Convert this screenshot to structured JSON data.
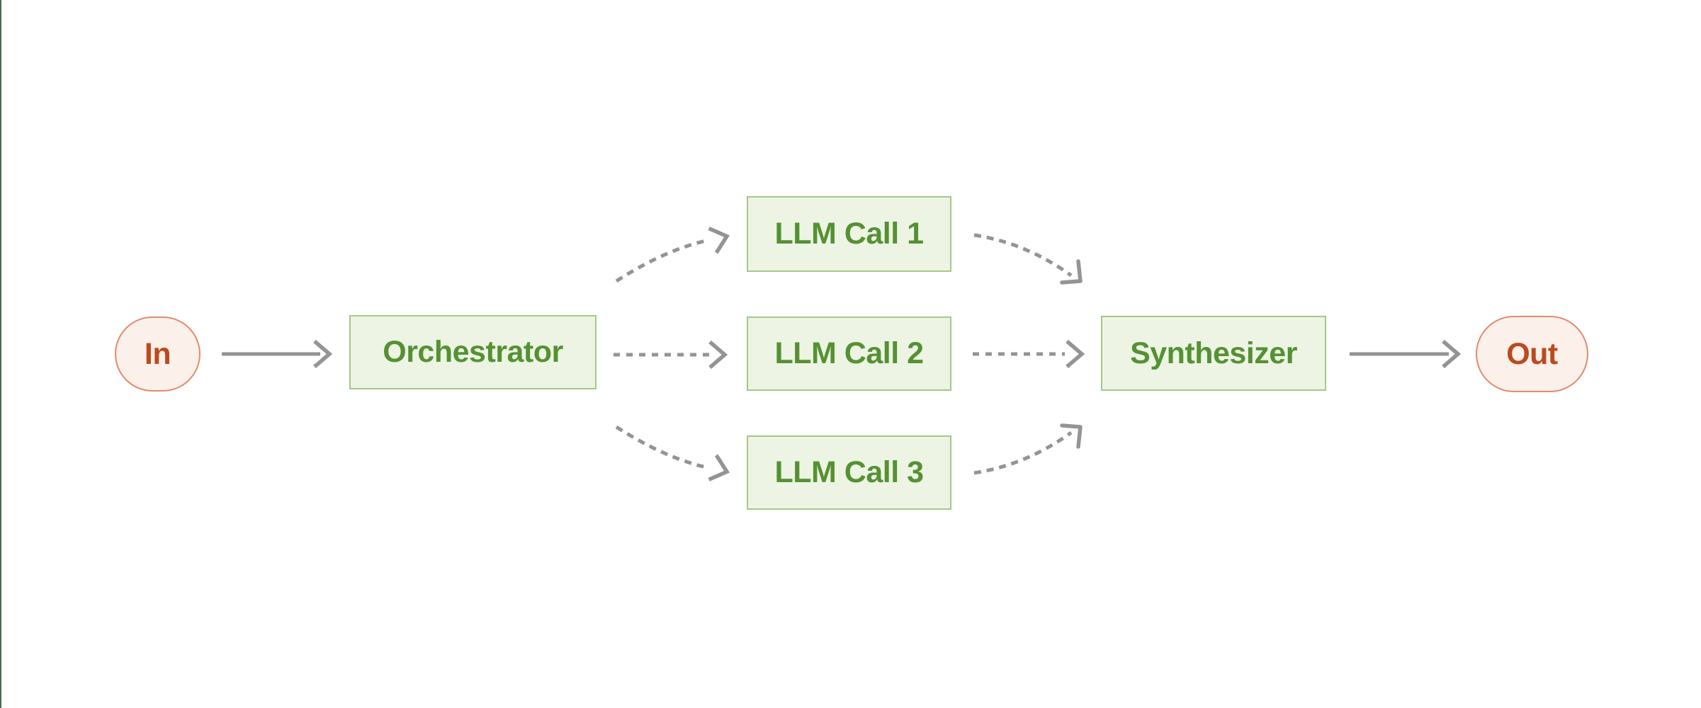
{
  "palette": {
    "background": "#ffffff",
    "window_edge": "#4a6a51",
    "process_fill": "#edf4e4",
    "process_border": "#a5c789",
    "process_text": "#559133",
    "terminal_fill": "#fcf0ea",
    "terminal_border": "#e28b6d",
    "terminal_text": "#bb4a1f",
    "arrow": "#949494"
  },
  "nodes": [
    {
      "id": "in",
      "label": "In",
      "shape": "pill"
    },
    {
      "id": "orchestrator",
      "label": "Orchestrator",
      "shape": "rect"
    },
    {
      "id": "llm-call-1",
      "label": "LLM Call 1",
      "shape": "rect"
    },
    {
      "id": "llm-call-2",
      "label": "LLM Call 2",
      "shape": "rect"
    },
    {
      "id": "llm-call-3",
      "label": "LLM Call 3",
      "shape": "rect"
    },
    {
      "id": "synthesizer",
      "label": "Synthesizer",
      "shape": "rect"
    },
    {
      "id": "out",
      "label": "Out",
      "shape": "pill"
    }
  ],
  "edges": [
    {
      "from": "in",
      "to": "orchestrator",
      "style": "solid"
    },
    {
      "from": "orchestrator",
      "to": "llm-call-1",
      "style": "dashed"
    },
    {
      "from": "orchestrator",
      "to": "llm-call-2",
      "style": "dashed"
    },
    {
      "from": "orchestrator",
      "to": "llm-call-3",
      "style": "dashed"
    },
    {
      "from": "llm-call-1",
      "to": "synthesizer",
      "style": "dashed"
    },
    {
      "from": "llm-call-2",
      "to": "synthesizer",
      "style": "dashed"
    },
    {
      "from": "llm-call-3",
      "to": "synthesizer",
      "style": "dashed"
    },
    {
      "from": "synthesizer",
      "to": "out",
      "style": "solid"
    }
  ]
}
